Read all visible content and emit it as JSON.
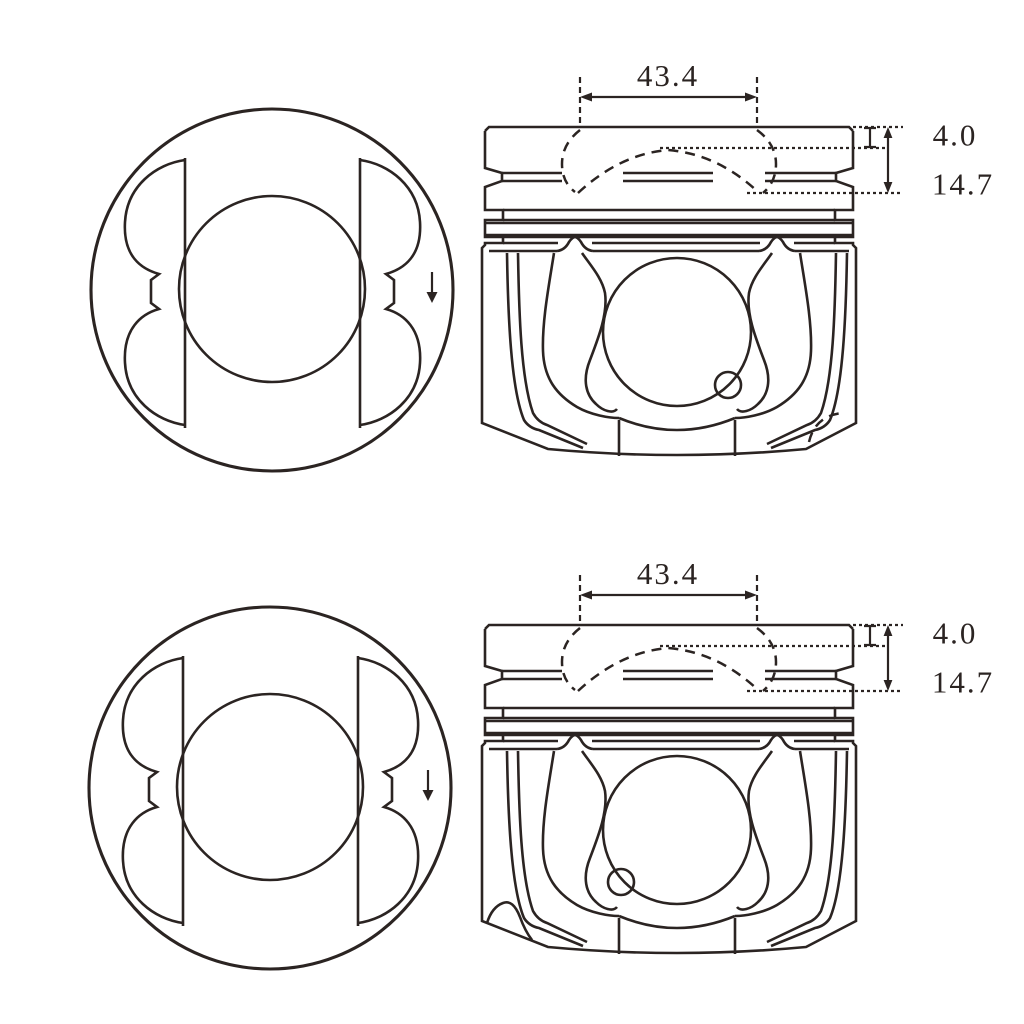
{
  "document": {
    "background": "#ffffff",
    "line_color": "#2b2422"
  },
  "figures": [
    {
      "top_view": {
        "front_mark_arrow": "down"
      },
      "side_view": {
        "dimensions": {
          "bowl_diameter": "43.4",
          "rim_depth": "4.0",
          "bowl_depth": "14.7"
        }
      }
    },
    {
      "top_view": {
        "front_mark_arrow": "down"
      },
      "side_view": {
        "dimensions": {
          "bowl_diameter": "43.4",
          "rim_depth": "4.0",
          "bowl_depth": "14.7"
        }
      }
    }
  ]
}
